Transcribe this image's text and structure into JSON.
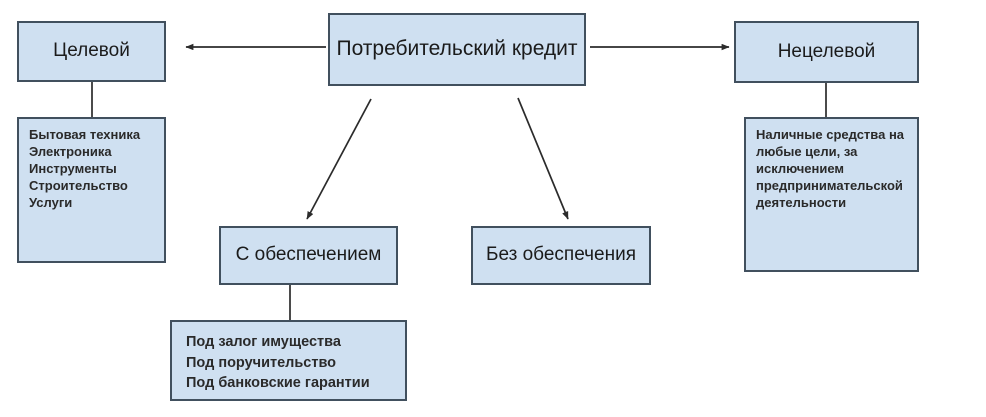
{
  "diagram": {
    "type": "tree-diagram",
    "background_color": "#ffffff",
    "node_fill_color": "#cfe0f1",
    "node_border_color": "#41505e",
    "connector_color": "#2b2b2b",
    "root": {
      "id": "root",
      "label": "Потребительский кредит"
    },
    "branches": [
      {
        "id": "targeted",
        "label": "Целевой",
        "detail_id": "targeted-items",
        "detail_text": "Бытовая техника\nЭлектроника\nИнструменты\nСтроительство\nУслуги",
        "detail_items": [
          "Бытовая техника",
          "Электроника",
          "Инструменты",
          "Строительство",
          "Услуги"
        ]
      },
      {
        "id": "non-targeted",
        "label": "Нецелевой",
        "detail_id": "non-targeted-items",
        "detail_text": "Наличные средства на любые цели, за исключением предпринимательской деятельности",
        "detail_items": [
          "Наличные средства на любые цели, за исключением предпринимательской деятельности"
        ]
      },
      {
        "id": "secured",
        "label": "С обеспечением",
        "detail_id": "secured-items",
        "detail_text": "Под залог имущества\nПод поручительство\nПод банковские гарантии",
        "detail_items": [
          "Под залог имущества",
          "Под поручительство",
          "Под банковские гарантии"
        ]
      },
      {
        "id": "unsecured",
        "label": "Без обеспечения",
        "detail_id": null,
        "detail_text": "",
        "detail_items": []
      }
    ],
    "connectors": [
      {
        "id": "root-to-targeted",
        "from": "root",
        "to": "targeted",
        "style": "arrow",
        "direction": "left"
      },
      {
        "id": "root-to-non-targeted",
        "from": "root",
        "to": "non-targeted",
        "style": "arrow",
        "direction": "right"
      },
      {
        "id": "root-to-secured",
        "from": "root",
        "to": "secured",
        "style": "arrow",
        "direction": "down-left"
      },
      {
        "id": "root-to-unsecured",
        "from": "root",
        "to": "unsecured",
        "style": "arrow",
        "direction": "down-right"
      },
      {
        "id": "targeted-to-items",
        "from": "targeted",
        "to": "targeted-items",
        "style": "line",
        "direction": "down"
      },
      {
        "id": "non-targeted-to-items",
        "from": "non-targeted",
        "to": "non-targeted-items",
        "style": "line",
        "direction": "down"
      },
      {
        "id": "secured-to-items",
        "from": "secured",
        "to": "secured-items",
        "style": "line",
        "direction": "down"
      }
    ]
  }
}
